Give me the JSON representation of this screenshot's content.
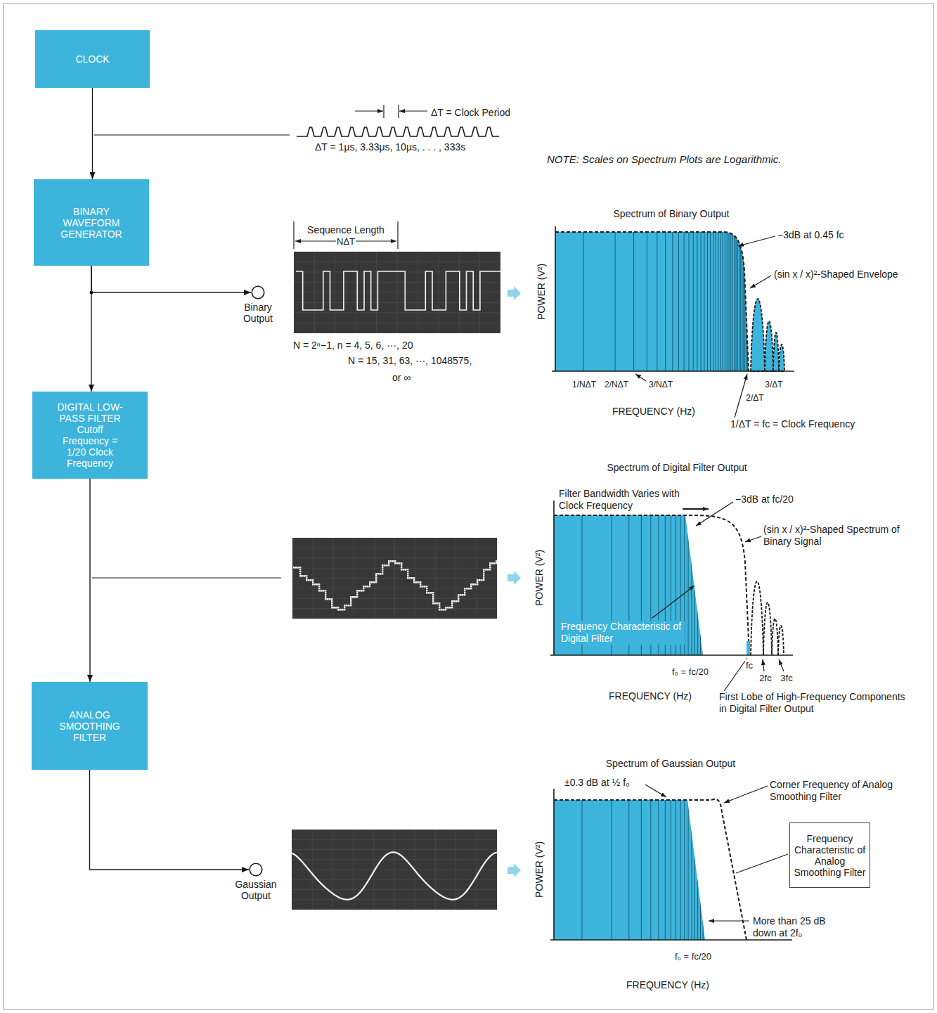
{
  "diagram": {
    "nodes": [
      {
        "text": [
          "CLOCK"
        ]
      },
      {
        "text": [
          "BINARY WAVEFORM GENERATOR"
        ]
      },
      {
        "text": [
          "Binary Output"
        ]
      },
      {
        "text": [
          "DIGITAL LOW-PASS FILTER",
          "Cutoff Frequency = 1/20 Clock Frequency"
        ]
      },
      {
        "text": [
          "ANALOG SMOOTHING FILTER"
        ]
      },
      {
        "text": [
          "Gaussian Output"
        ]
      },
      {
        "text": [
          "Frequency Characteristic of Analog Smoothing Filter"
        ]
      }
    ],
    "edges": [
      {
        "from": 0,
        "to": 1,
        "arrow": "to"
      },
      {
        "from": 1,
        "to": 2,
        "arrow": "to"
      },
      {
        "from": 1,
        "to": 3,
        "arrow": "to"
      },
      {
        "from": 3,
        "to": 4,
        "arrow": "to"
      },
      {
        "from": 4,
        "to": 5,
        "arrow": "to"
      }
    ],
    "labels": [
      "ΔT = Clock Period",
      "ΔT = 1μs, 3.33μs, 10μs, . . . , 333s",
      "NOTE: Scales on Spectrum Plots are Logarithmic.",
      "Sequence Length",
      "NΔT",
      "N = 2ⁿ−1, n = 4, 5, 6, ···, 20",
      "N = 15, 31, 63, ···, 1048575,",
      "or ∞",
      "Spectrum of Binary Output",
      "POWER (V²)",
      "−3dB at 0.45 fc",
      "(sin x / x)²-Shaped Envelope",
      "1/NΔT",
      "2/NΔT",
      "3/NΔT",
      "2/ΔT",
      "3/ΔT",
      "1/ΔT = fc = Clock Frequency",
      "FREQUENCY (Hz)",
      "Spectrum of Digital Filter Output",
      "POWER (V²)",
      "Filter Bandwidth Varies with Clock Frequency",
      "−3dB at fc/20",
      "(sin x / x)²-Shaped Spectrum of Binary Signal",
      "Frequency Characteristic of Digital Filter",
      "f₀ = fc/20",
      "fc",
      "2fc",
      "3fc",
      "FREQUENCY (Hz)",
      "First Lobe of High-Frequency Components in Digital Filter Output",
      "Spectrum of Gaussian Output",
      "±0.3 dB at ½ f₀",
      "Corner Frequency of Analog Smoothing Filter",
      "POWER (V²)",
      "More than 25 dB down at 2f₀",
      "f₀ = fc/20",
      "FREQUENCY (Hz)"
    ]
  }
}
